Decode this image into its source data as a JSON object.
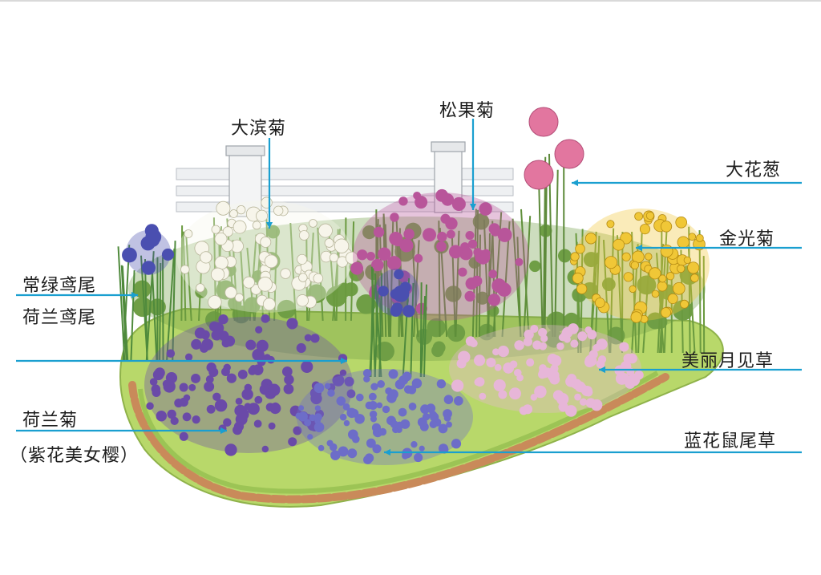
{
  "labels": {
    "dabinju": "大滨菊",
    "songguoju": "松果菊",
    "dahuacong": "大花葱",
    "jinguangju": "金光菊",
    "changlv_yuanwei": "常绿鸢尾",
    "helan_yuanwei": "荷兰鸢尾",
    "meili_yuejiancao": "美丽月见草",
    "helanju": "荷兰菊",
    "zihua_meinvying": "（紫花美女樱）",
    "lanhua_shuweicao": "蓝花鼠尾草"
  },
  "colors": {
    "leader_line": "#1a9fd0",
    "fence": "#eef0f2",
    "bed_green": "#b8d86a",
    "brick": "#c98a5a",
    "daisy": "#f7f5ea",
    "coneflower": "#b8559a",
    "allium": "#e2769f",
    "rudbeckia": "#f0c737",
    "iris": "#4a4fb0",
    "verbena": "#6a4aa8",
    "salvia": "#6d6dc8",
    "evening_primrose": "#e7b6d8"
  }
}
